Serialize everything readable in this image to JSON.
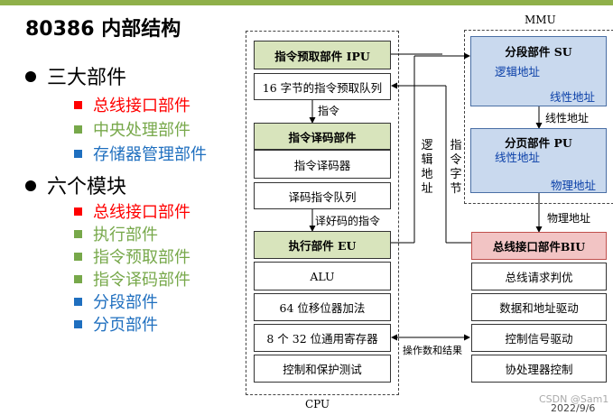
{
  "title": "80386 内部结构",
  "groups": [
    {
      "label": "三大部件",
      "items": [
        {
          "label": "总线接口部件",
          "color": "#ff0000"
        },
        {
          "label": "中央处理部件",
          "color": "#77a84a"
        },
        {
          "label": "存储器管理部件",
          "color": "#1f6fbf"
        }
      ]
    },
    {
      "label": "六个模块",
      "items": [
        {
          "label": "总线接口部件",
          "color": "#ff0000"
        },
        {
          "label": "执行部件",
          "color": "#77a84a"
        },
        {
          "label": "指令预取部件",
          "color": "#77a84a"
        },
        {
          "label": "指令译码部件",
          "color": "#77a84a"
        },
        {
          "label": "分段部件",
          "color": "#1f6fbf"
        },
        {
          "label": "分页部件",
          "color": "#1f6fbf"
        }
      ]
    }
  ],
  "diagram": {
    "cpu_label": "CPU",
    "mmu_label": "MMU",
    "ipu": {
      "title": "指令预取部件 IPU",
      "queue": "16 字节的指令预取队列"
    },
    "arrow_ipu_to_idu": "指令",
    "idu": {
      "title": "指令译码部件",
      "items": [
        "指令译码器",
        "译码指令队列"
      ]
    },
    "arrow_idu_to_eu": "译好码的指令",
    "eu": {
      "title": "执行部件 EU",
      "items": [
        "ALU",
        "64 位移位器加法",
        "8 个 32 位通用寄存器",
        "控制和保护测试"
      ]
    },
    "su": {
      "title": "分段部件 SU",
      "in": "逻辑地址",
      "out": "线性地址"
    },
    "arrow_su_to_pu": "线性地址",
    "pu": {
      "title": "分页部件 PU",
      "in": "线性地址",
      "out": "物理地址"
    },
    "arrow_pu_to_biu": "物理地址",
    "biu": {
      "title": "总线接口部件BIU",
      "items": [
        "总线请求判优",
        "数据和地址驱动",
        "控制信号驱动",
        "协处理器控制"
      ]
    },
    "vlabel_logic": "逻辑地址",
    "vlabel_instr": "指令字节",
    "arrow_operands": "操作数和结果"
  },
  "footer": {
    "watermark": "CSDN @Sam1",
    "date": "2022/9/6"
  }
}
